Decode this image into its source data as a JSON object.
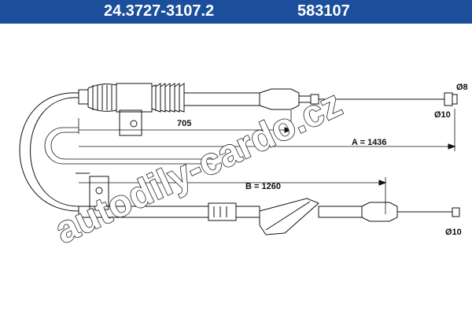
{
  "header": {
    "part_number": "24.3727-3107.2",
    "article_code": "583107"
  },
  "dimensions": {
    "d705": "705",
    "a_length": "A = 1436",
    "b_length": "B = 1260",
    "dia8": "Ø8",
    "dia10_top": "Ø10",
    "dia10_bottom": "Ø10"
  },
  "watermark": {
    "text": "autodily-cardo.cz"
  },
  "colors": {
    "header_bg": "#1b4f9c",
    "header_text": "#ffffff",
    "line": "#111111"
  }
}
